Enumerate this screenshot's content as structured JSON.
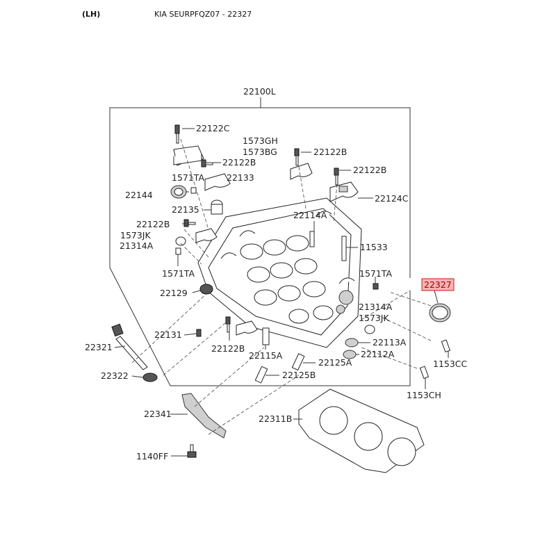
{
  "header": {
    "side": "(LH)",
    "title": "KIA SEURPFQZ07 - 22327"
  },
  "highlight_color": "#f5b3b3",
  "labels": {
    "p22100L": "22100L",
    "p22122C": "22122C",
    "p1573GH": "1573GH",
    "p1573BG": "1573BG",
    "p22122B_a": "22122B",
    "p22122B_b": "22122B",
    "p22122B_c": "22122B",
    "p22122B_d": "22122B",
    "p22122B_e": "22122B",
    "p1571TA_a": "1571TA",
    "p1571TA_b": "1571TA",
    "p1571TA_c": "1571TA",
    "p22133": "22133",
    "p22144": "22144",
    "p22124C": "22124C",
    "p22135": "22135",
    "p22114A": "22114A",
    "p1573JK_a": "1573JK",
    "p1573JK_b": "1573JK",
    "p21314A_a": "21314A",
    "p21314A_b": "21314A",
    "p11533": "11533",
    "p22327": "22327",
    "p22129": "22129",
    "p22131": "22131",
    "p22113A": "22113A",
    "p22112A": "22112A",
    "p22321": "22321",
    "p22115A": "22115A",
    "p22125A": "22125A",
    "p22125B": "22125B",
    "p1153CC": "1153CC",
    "p22322": "22322",
    "p1153CH": "1153CH",
    "p22341": "22341",
    "p22311B": "22311B",
    "p1140FF": "1140FF"
  }
}
